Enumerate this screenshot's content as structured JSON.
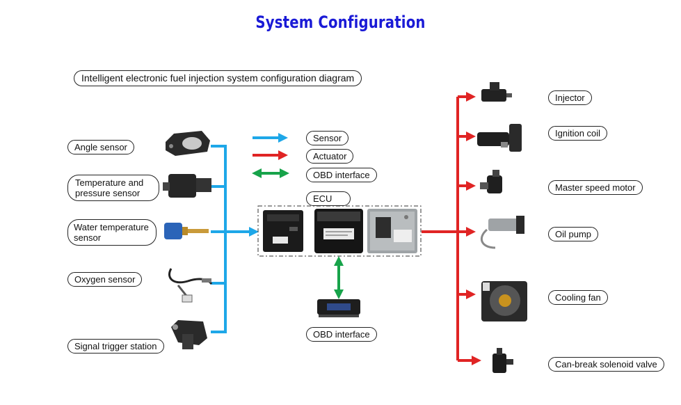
{
  "title": "System Configuration",
  "subtitle": "Intelligent electronic fuel injection system configuration diagram",
  "legend": {
    "sensor": "Sensor",
    "actuator": "Actuator",
    "obd": "OBD interface"
  },
  "ecu_label": "ECU",
  "obd_label": "OBD interface",
  "sensors": {
    "angle": "Angle sensor",
    "temp_pressure": "Temperature and pressure sensor",
    "water_temp": "Water temperature sensor",
    "oxygen": "Oxygen sensor",
    "signal_trigger": "Signal trigger station"
  },
  "actuators": {
    "injector": "Injector",
    "ignition_coil": "Ignition coil",
    "master_speed_motor": "Master speed motor",
    "oil_pump": "Oil pump",
    "cooling_fan": "Cooling fan",
    "solenoid_valve": "Can-break solenoid valve"
  },
  "colors": {
    "sensor_line": "#1ea7e8",
    "actuator_line": "#e02424",
    "obd_line": "#17a34a",
    "title": "#1a1ad6"
  }
}
